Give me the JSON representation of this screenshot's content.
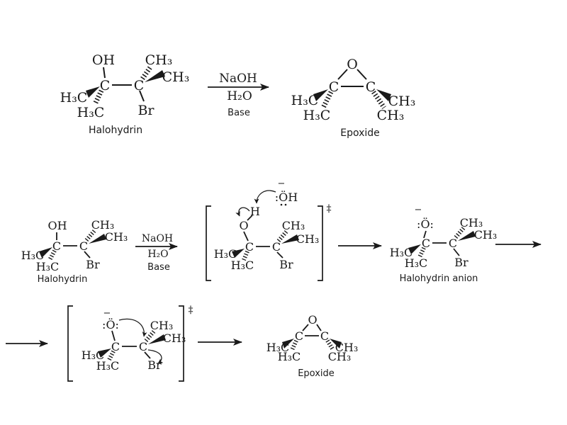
{
  "diagram": {
    "atoms": {
      "oh": "OH",
      "o": "O",
      "h": "H",
      "c": "C",
      "h3c": "H₃C",
      "ch3": "CH₃",
      "br": "Br",
      "hydroxide": ":ÖH",
      "alkoxide": ":Ö:",
      "minus": "−"
    },
    "reagents": {
      "naoh": "NaOH",
      "h2o": "H₂O",
      "base": "Base"
    },
    "labels": {
      "halohydrin": "Halohydrin",
      "epoxide": "Epoxide",
      "halohydrin_anion": "Halohydrin anion",
      "transition_state": "‡"
    },
    "colors": {
      "ink": "#1a1a1a",
      "background": "#ffffff"
    }
  }
}
